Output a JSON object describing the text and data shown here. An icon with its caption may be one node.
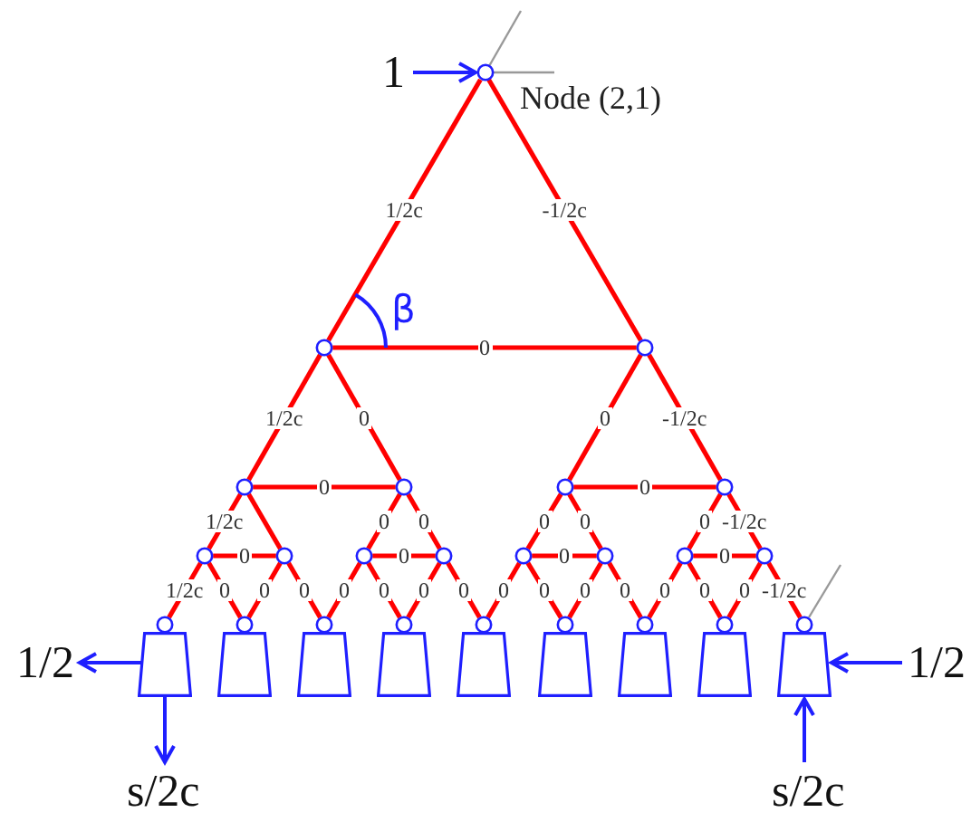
{
  "diagram": {
    "nodes": [
      {
        "text": [],
        "shape": "circle"
      },
      {
        "text": [],
        "shape": "circle"
      },
      {
        "text": [],
        "shape": "circle"
      },
      {
        "text": [],
        "shape": "circle"
      },
      {
        "text": [],
        "shape": "circle"
      },
      {
        "text": [],
        "shape": "circle"
      },
      {
        "text": [],
        "shape": "circle"
      },
      {
        "text": [],
        "shape": "circle"
      },
      {
        "text": [],
        "shape": "circle"
      },
      {
        "text": [],
        "shape": "circle"
      },
      {
        "text": [],
        "shape": "circle"
      },
      {
        "text": [],
        "shape": "circle"
      },
      {
        "text": [],
        "shape": "circle"
      },
      {
        "text": [],
        "shape": "circle"
      },
      {
        "text": [],
        "shape": "circle"
      },
      {
        "text": [],
        "shape": "circle"
      },
      {
        "text": [],
        "shape": "circle"
      },
      {
        "text": [],
        "shape": "circle"
      },
      {
        "text": [],
        "shape": "circle"
      },
      {
        "text": [],
        "shape": "circle"
      },
      {
        "text": [],
        "shape": "circle"
      },
      {
        "text": [],
        "shape": "circle"
      },
      {
        "text": [],
        "shape": "circle"
      },
      {
        "text": [],
        "shape": "circle"
      },
      {
        "text": [],
        "shape": "trapezoid"
      },
      {
        "text": [],
        "shape": "trapezoid"
      },
      {
        "text": [],
        "shape": "trapezoid"
      },
      {
        "text": [],
        "shape": "trapezoid"
      },
      {
        "text": [],
        "shape": "trapezoid"
      },
      {
        "text": [],
        "shape": "trapezoid"
      },
      {
        "text": [],
        "shape": "trapezoid"
      },
      {
        "text": [],
        "shape": "trapezoid"
      },
      {
        "text": [],
        "shape": "trapezoid"
      }
    ],
    "edges": [
      {
        "from": 0,
        "to": 1,
        "arrow": "none",
        "label": "1/2c"
      },
      {
        "from": 0,
        "to": 2,
        "arrow": "none",
        "label": "-1/2c"
      },
      {
        "from": 1,
        "to": 2,
        "arrow": "none",
        "label": "0"
      },
      {
        "from": 1,
        "to": 3,
        "arrow": "none",
        "label": "1/2c"
      },
      {
        "from": 1,
        "to": 4,
        "arrow": "none",
        "label": "0"
      },
      {
        "from": 3,
        "to": 4,
        "arrow": "none",
        "label": "0"
      },
      {
        "from": 2,
        "to": 5,
        "arrow": "none",
        "label": "0"
      },
      {
        "from": 2,
        "to": 6,
        "arrow": "none",
        "label": "-1/2c"
      },
      {
        "from": 5,
        "to": 6,
        "arrow": "none",
        "label": "0"
      },
      {
        "from": 3,
        "to": 7,
        "arrow": "none",
        "label": "1/2c"
      },
      {
        "from": 3,
        "to": 8,
        "arrow": "none"
      },
      {
        "from": 7,
        "to": 8,
        "arrow": "none",
        "label": "0"
      },
      {
        "from": 4,
        "to": 9,
        "arrow": "none",
        "label": "0"
      },
      {
        "from": 4,
        "to": 10,
        "arrow": "none",
        "label": "0"
      },
      {
        "from": 9,
        "to": 10,
        "arrow": "none",
        "label": "0"
      },
      {
        "from": 5,
        "to": 11,
        "arrow": "none",
        "label": "0"
      },
      {
        "from": 5,
        "to": 12,
        "arrow": "none",
        "label": "0"
      },
      {
        "from": 11,
        "to": 12,
        "arrow": "none",
        "label": "0"
      },
      {
        "from": 6,
        "to": 13,
        "arrow": "none",
        "label": "0"
      },
      {
        "from": 6,
        "to": 14,
        "arrow": "none",
        "label": "-1/2c"
      },
      {
        "from": 13,
        "to": 14,
        "arrow": "none",
        "label": "0"
      },
      {
        "from": 7,
        "to": 15,
        "arrow": "none",
        "label": "1/2c"
      },
      {
        "from": 7,
        "to": 16,
        "arrow": "none",
        "label": "0"
      },
      {
        "from": 8,
        "to": 16,
        "arrow": "none",
        "label": "0"
      },
      {
        "from": 8,
        "to": 17,
        "arrow": "none",
        "label": "0"
      },
      {
        "from": 9,
        "to": 17,
        "arrow": "none",
        "label": "0"
      },
      {
        "from": 9,
        "to": 18,
        "arrow": "none",
        "label": "0"
      },
      {
        "from": 10,
        "to": 18,
        "arrow": "none",
        "label": "0"
      },
      {
        "from": 10,
        "to": 19,
        "arrow": "none",
        "label": "0"
      },
      {
        "from": 11,
        "to": 19,
        "arrow": "none",
        "label": "0"
      },
      {
        "from": 11,
        "to": 20,
        "arrow": "none",
        "label": "0"
      },
      {
        "from": 12,
        "to": 20,
        "arrow": "none",
        "label": "0"
      },
      {
        "from": 12,
        "to": 21,
        "arrow": "none",
        "label": "0"
      },
      {
        "from": 13,
        "to": 21,
        "arrow": "none",
        "label": "0"
      },
      {
        "from": 13,
        "to": 22,
        "arrow": "none",
        "label": "0"
      },
      {
        "from": 14,
        "to": 22,
        "arrow": "none",
        "label": "0"
      },
      {
        "from": 14,
        "to": 23,
        "arrow": "none",
        "label": "-1/2c"
      }
    ],
    "labels": [
      "1",
      "Node (2,1)",
      "β",
      "1/2",
      "1/2",
      "s/2c",
      "s/2c"
    ]
  }
}
